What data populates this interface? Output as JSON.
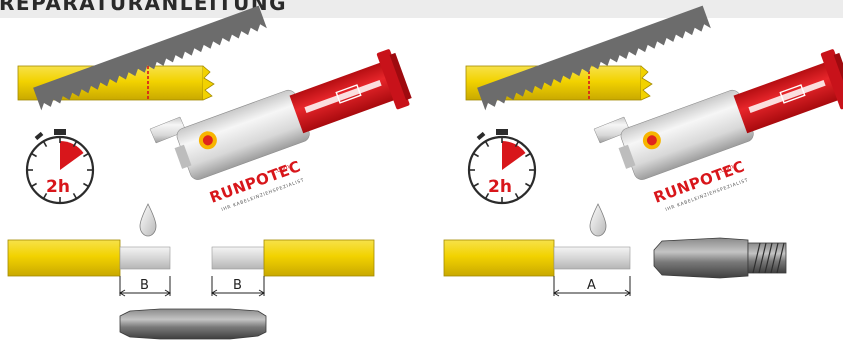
{
  "header": {
    "title": "REPARATURANLEITUNG"
  },
  "left_panel": {
    "timer_label": "2h",
    "dimension_left": "B",
    "dimension_right": "B",
    "syringe": {
      "brand": "RUNPOTEC",
      "brand_suffix": ".com",
      "tagline": "IHR KABELEINZIEHSPEZIALIST"
    }
  },
  "right_panel": {
    "timer_label": "2h",
    "dimension": "A",
    "syringe": {
      "brand": "RUNPOTEC",
      "brand_suffix": ".com",
      "tagline": "IHR KABELEINZIEHSPEZIALIST"
    }
  },
  "colors": {
    "rod_yellow": "#f2d200",
    "syringe_red": "#d8161b",
    "core_grey": "#d9d9d9",
    "accent_red": "#d8161b"
  },
  "icons": [
    "saw-icon",
    "clock-icon",
    "syringe-icon",
    "drop-icon",
    "connector-sleeve-icon",
    "threaded-end-icon"
  ]
}
